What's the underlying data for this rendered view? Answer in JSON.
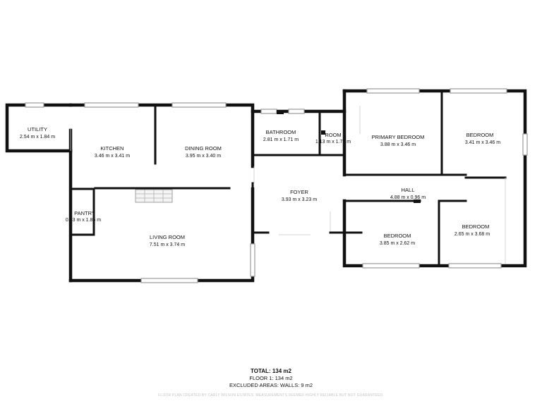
{
  "rooms": {
    "utility": {
      "name": "UTILITY",
      "dims": "2.54 m x 1.84 m"
    },
    "kitchen": {
      "name": "KITCHEN",
      "dims": "3.46 m x 3.41 m"
    },
    "dining": {
      "name": "DINING ROOM",
      "dims": "3.95 m x 3.40 m"
    },
    "bathroom": {
      "name": "BATHROOM",
      "dims": "2.81 m x 1.71 m"
    },
    "room": {
      "name": "ROOM",
      "dims": "1.13 m x 1.71 m"
    },
    "primary_bedroom": {
      "name": "PRIMARY BEDROOM",
      "dims": "3.88 m x 3.46 m"
    },
    "bedroom_ne": {
      "name": "BEDROOM",
      "dims": "3.41 m x 3.46 m"
    },
    "pantry": {
      "name": "PANTRY",
      "dims": "0.83 m x 1.86 m"
    },
    "foyer": {
      "name": "FOYER",
      "dims": "3.93 m x 3.23 m"
    },
    "hall": {
      "name": "HALL",
      "dims": "4.88 m x 0.96 m"
    },
    "living": {
      "name": "LIVING ROOM",
      "dims": "7.51 m x 3.74 m"
    },
    "bedroom_s": {
      "name": "BEDROOM",
      "dims": "3.85 m x 2.62 m"
    },
    "bedroom_se": {
      "name": "BEDROOM",
      "dims": "2.65 m x 3.68 m"
    }
  },
  "totals": {
    "total": "TOTAL: 134 m2",
    "floor1": "FLOOR 1: 134 m2",
    "excluded": "EXCLUDED AREAS: WALLS: 9 m2"
  },
  "disclaimer": "FLOOR PLAN CREATED BY CARLY WILSON ESTATES. MEASUREMENTS DEEMED HIGHLY RELIABLE BUT NOT GUARANTEED.",
  "colors": {
    "wall": "#111111",
    "window": "#9a9a9a",
    "background": "#ffffff"
  }
}
